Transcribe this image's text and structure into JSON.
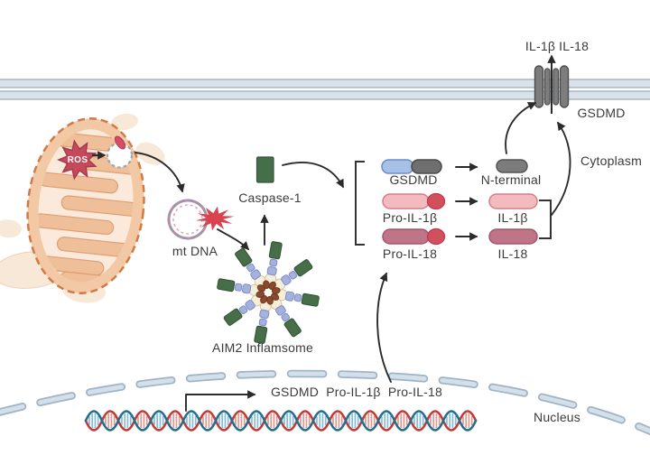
{
  "diagram": {
    "membrane": {
      "secreted_label": "IL-1β IL-18",
      "pore_label": "GSDMD",
      "cytoplasm_label": "Cytoplasm"
    },
    "mitochondrion": {
      "ros_label": "ROS",
      "mtdna_label": "mt DNA"
    },
    "inflammasome": {
      "caspase_label": "Caspase-1",
      "label": "AIM2 Inflamsome"
    },
    "cleavage": {
      "substrates": [
        {
          "label": "GSDMD"
        },
        {
          "label": "Pro-IL-1β"
        },
        {
          "label": "Pro-IL-18"
        }
      ],
      "products": [
        {
          "label": "N-terminal"
        },
        {
          "label": "IL-1β"
        },
        {
          "label": "IL-18"
        }
      ]
    },
    "nucleus": {
      "gene_label": "GSDMD  Pro-IL-1β  Pro-IL-18",
      "label": "Nucleus"
    },
    "colors": {
      "membrane_fill": "#d9e2ea",
      "membrane_border": "#a2aeb8",
      "pore_gray": "#7d7d7d",
      "caspase_green": "#456e49",
      "gsdmd_blue": "#a6c1e5",
      "gsdmd_gray": "#6f6f6f",
      "n_terminal_gray": "#7c7c7c",
      "pro_il1b_pink": "#f3bbc0",
      "pro_il18_mauve": "#bf7488",
      "cleaved_red": "#d24f5e",
      "aim2_blue": "#a5b2dd",
      "aim2_cream": "#f6eed8",
      "aim2_brown": "#8b4a2e",
      "mito_fill": "#f3c8a5",
      "mito_border": "#cf7a47",
      "mito_cristae": "#efbf9a",
      "ros_red": "#c4495b",
      "envelope_fill": "#d3dfe9",
      "envelope_border": "#9fb4c6",
      "dna_red": "#c13b3b",
      "dna_blue": "#256e8e",
      "arrow": "#2b2b2b"
    }
  }
}
